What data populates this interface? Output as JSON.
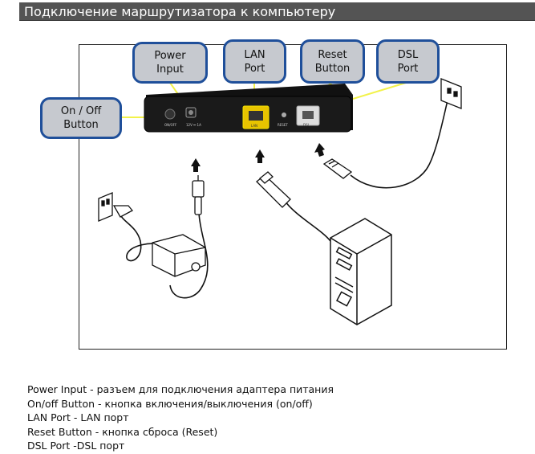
{
  "header": {
    "title": "Подключение маршрутизатора к компьютеру"
  },
  "callouts": {
    "power_input": "Power\nInput",
    "lan_port": "LAN\nPort",
    "reset_button": "Reset\nButton",
    "dsl_port": "DSL\nPort",
    "on_off_button": "On / Off\nButton"
  },
  "router_labels": {
    "on_off": "ON/OFF",
    "power": "12V ⎓ 1A",
    "lan": "LAN",
    "reset": "RESET",
    "dsl": "DSL"
  },
  "legend": [
    "Power Input - разъем для подключения адаптера питания",
    "On/off Button - кнопка включения/выключения (on/off)",
    "LAN Port - LAN порт",
    "Reset Button - кнопка сброса (Reset)",
    "DSL Port -DSL порт"
  ],
  "colors": {
    "callout_border": "#1f4f9a",
    "callout_fill": "#c6c9cf",
    "connector_line": "#f2f24a",
    "header_bg": "#545454"
  }
}
